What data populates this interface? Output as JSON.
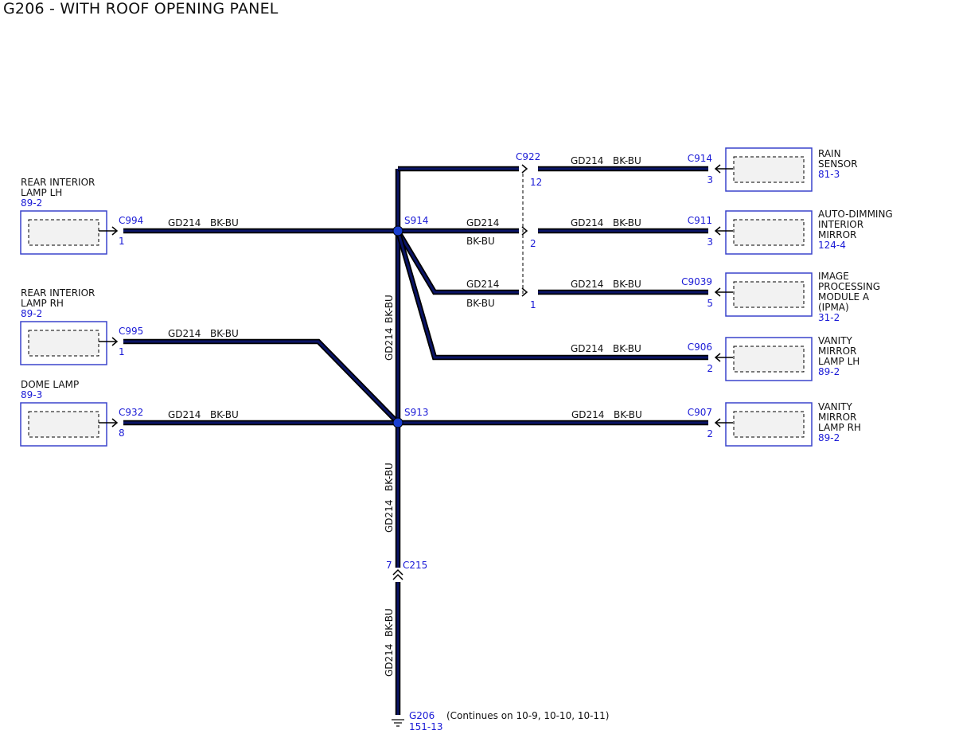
{
  "title": "G206 - WITH ROOF OPENING PANEL",
  "colors": {
    "wire_core": "#0a1466",
    "wire_edge": "#000000",
    "splice": "#1a3fd1",
    "ref_text": "#1a1ad6",
    "box_stroke": "#3a44cc",
    "box_fill": "#f2f2f2"
  },
  "left_components": [
    {
      "name_lines": [
        "REAR INTERIOR",
        "LAMP LH"
      ],
      "ref": "89-2"
    },
    {
      "name_lines": [
        "REAR INTERIOR",
        "LAMP RH"
      ],
      "ref": "89-2"
    },
    {
      "name_lines": [
        "DOME LAMP"
      ],
      "ref": "89-3"
    }
  ],
  "right_components": [
    {
      "name_lines": [
        "RAIN",
        "SENSOR"
      ],
      "ref": "81-3"
    },
    {
      "name_lines": [
        "AUTO-DIMMING",
        "INTERIOR",
        "MIRROR"
      ],
      "ref": "124-4"
    },
    {
      "name_lines": [
        "IMAGE",
        "PROCESSING",
        "MODULE A",
        "(IPMA)"
      ],
      "ref": "31-2"
    },
    {
      "name_lines": [
        "VANITY",
        "MIRROR",
        "LAMP LH"
      ],
      "ref": "89-2"
    },
    {
      "name_lines": [
        "VANITY",
        "MIRROR",
        "LAMP RH"
      ],
      "ref": "89-2"
    }
  ],
  "connectors": {
    "c994": {
      "id": "C994",
      "pin": "1"
    },
    "c995": {
      "id": "C995",
      "pin": "1"
    },
    "c932": {
      "id": "C932",
      "pin": "8"
    },
    "c914": {
      "id": "C914",
      "pin": "3"
    },
    "c911": {
      "id": "C911",
      "pin": "3"
    },
    "c9039": {
      "id": "C9039",
      "pin": "5"
    },
    "c906": {
      "id": "C906",
      "pin": "2"
    },
    "c907": {
      "id": "C907",
      "pin": "2"
    },
    "c922": {
      "id": "C922",
      "pins": [
        "12",
        "2",
        "1"
      ]
    },
    "c215": {
      "id": "C215",
      "pin": "7"
    }
  },
  "splices": {
    "s914": "S914",
    "s913": "S913"
  },
  "wire": {
    "circuit": "GD214",
    "color": "BK-BU"
  },
  "ground": {
    "id": "G206",
    "ref": "151-13",
    "note": "(Continues on 10-9, 10-10, 10-11)"
  }
}
